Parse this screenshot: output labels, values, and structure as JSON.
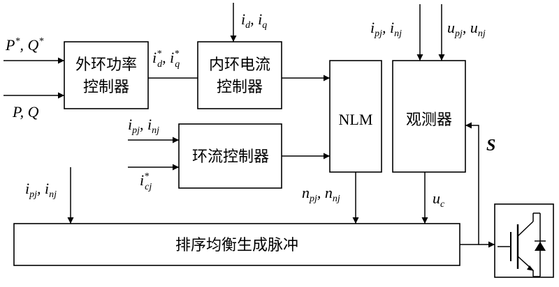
{
  "blocks": {
    "outer_power_controller": [
      "外环功率",
      "控制器"
    ],
    "inner_current_controller": [
      "内环电流",
      "控制器"
    ],
    "circulating_current_controller": "环流控制器",
    "nlm": "NLM",
    "observer": "观测器",
    "sort_balance_pulse": "排序均衡生成脉冲"
  },
  "signals": {
    "pq_ref": "P*, Q*",
    "pq_meas": "P, Q",
    "idq_ref": "i*d, i*q",
    "idq_meas": "id, iq",
    "i_arm_top": "ipj, inj",
    "u_arm_top": "upj, unj",
    "i_arm_circ": "ipj, inj",
    "icj_ref": "i*cj",
    "i_arm_sort": "ipj, inj",
    "n_arm": "npj, nnj",
    "uc": "uc",
    "s": "S"
  },
  "colors": {
    "stroke": "#000000",
    "background": "#ffffff"
  }
}
